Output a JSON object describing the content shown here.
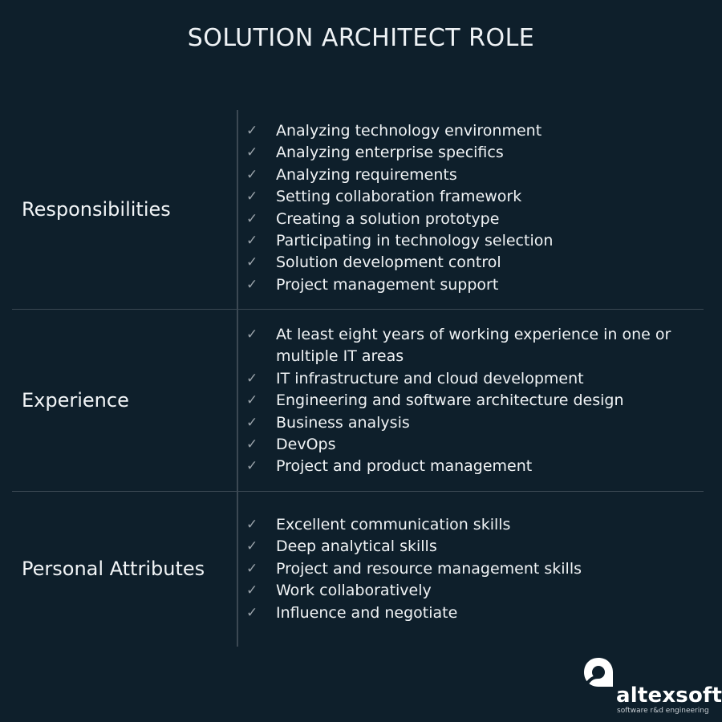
{
  "title": "SOLUTION ARCHITECT ROLE",
  "sections": [
    {
      "label": "Responsibilities",
      "items": [
        "Analyzing technology environment",
        "Analyzing enterprise specifics",
        "Analyzing requirements",
        "Setting collaboration framework",
        "Creating a solution prototype",
        "Participating in technology selection",
        "Solution development control",
        "Project management support"
      ]
    },
    {
      "label": "Experience",
      "items": [
        "At least eight years of working experience in one or multiple IT areas",
        "IT infrastructure and cloud development",
        "Engineering and software architecture design",
        "Business analysis",
        "DevOps",
        "Project and product management"
      ]
    },
    {
      "label": "Personal Attributes",
      "items": [
        "Excellent communication skills",
        "Deep analytical skills",
        "Project and resource management skills",
        "Work collaboratively",
        "Influence and negotiate"
      ]
    }
  ],
  "check_icon": "check-icon",
  "logo": {
    "name": "altexsoft",
    "tagline": "software r&d engineering"
  },
  "colors": {
    "background": "#0e1f2b",
    "text": "#f2f5f7",
    "check": "#9aa3aa",
    "divider": "#3b4853"
  }
}
